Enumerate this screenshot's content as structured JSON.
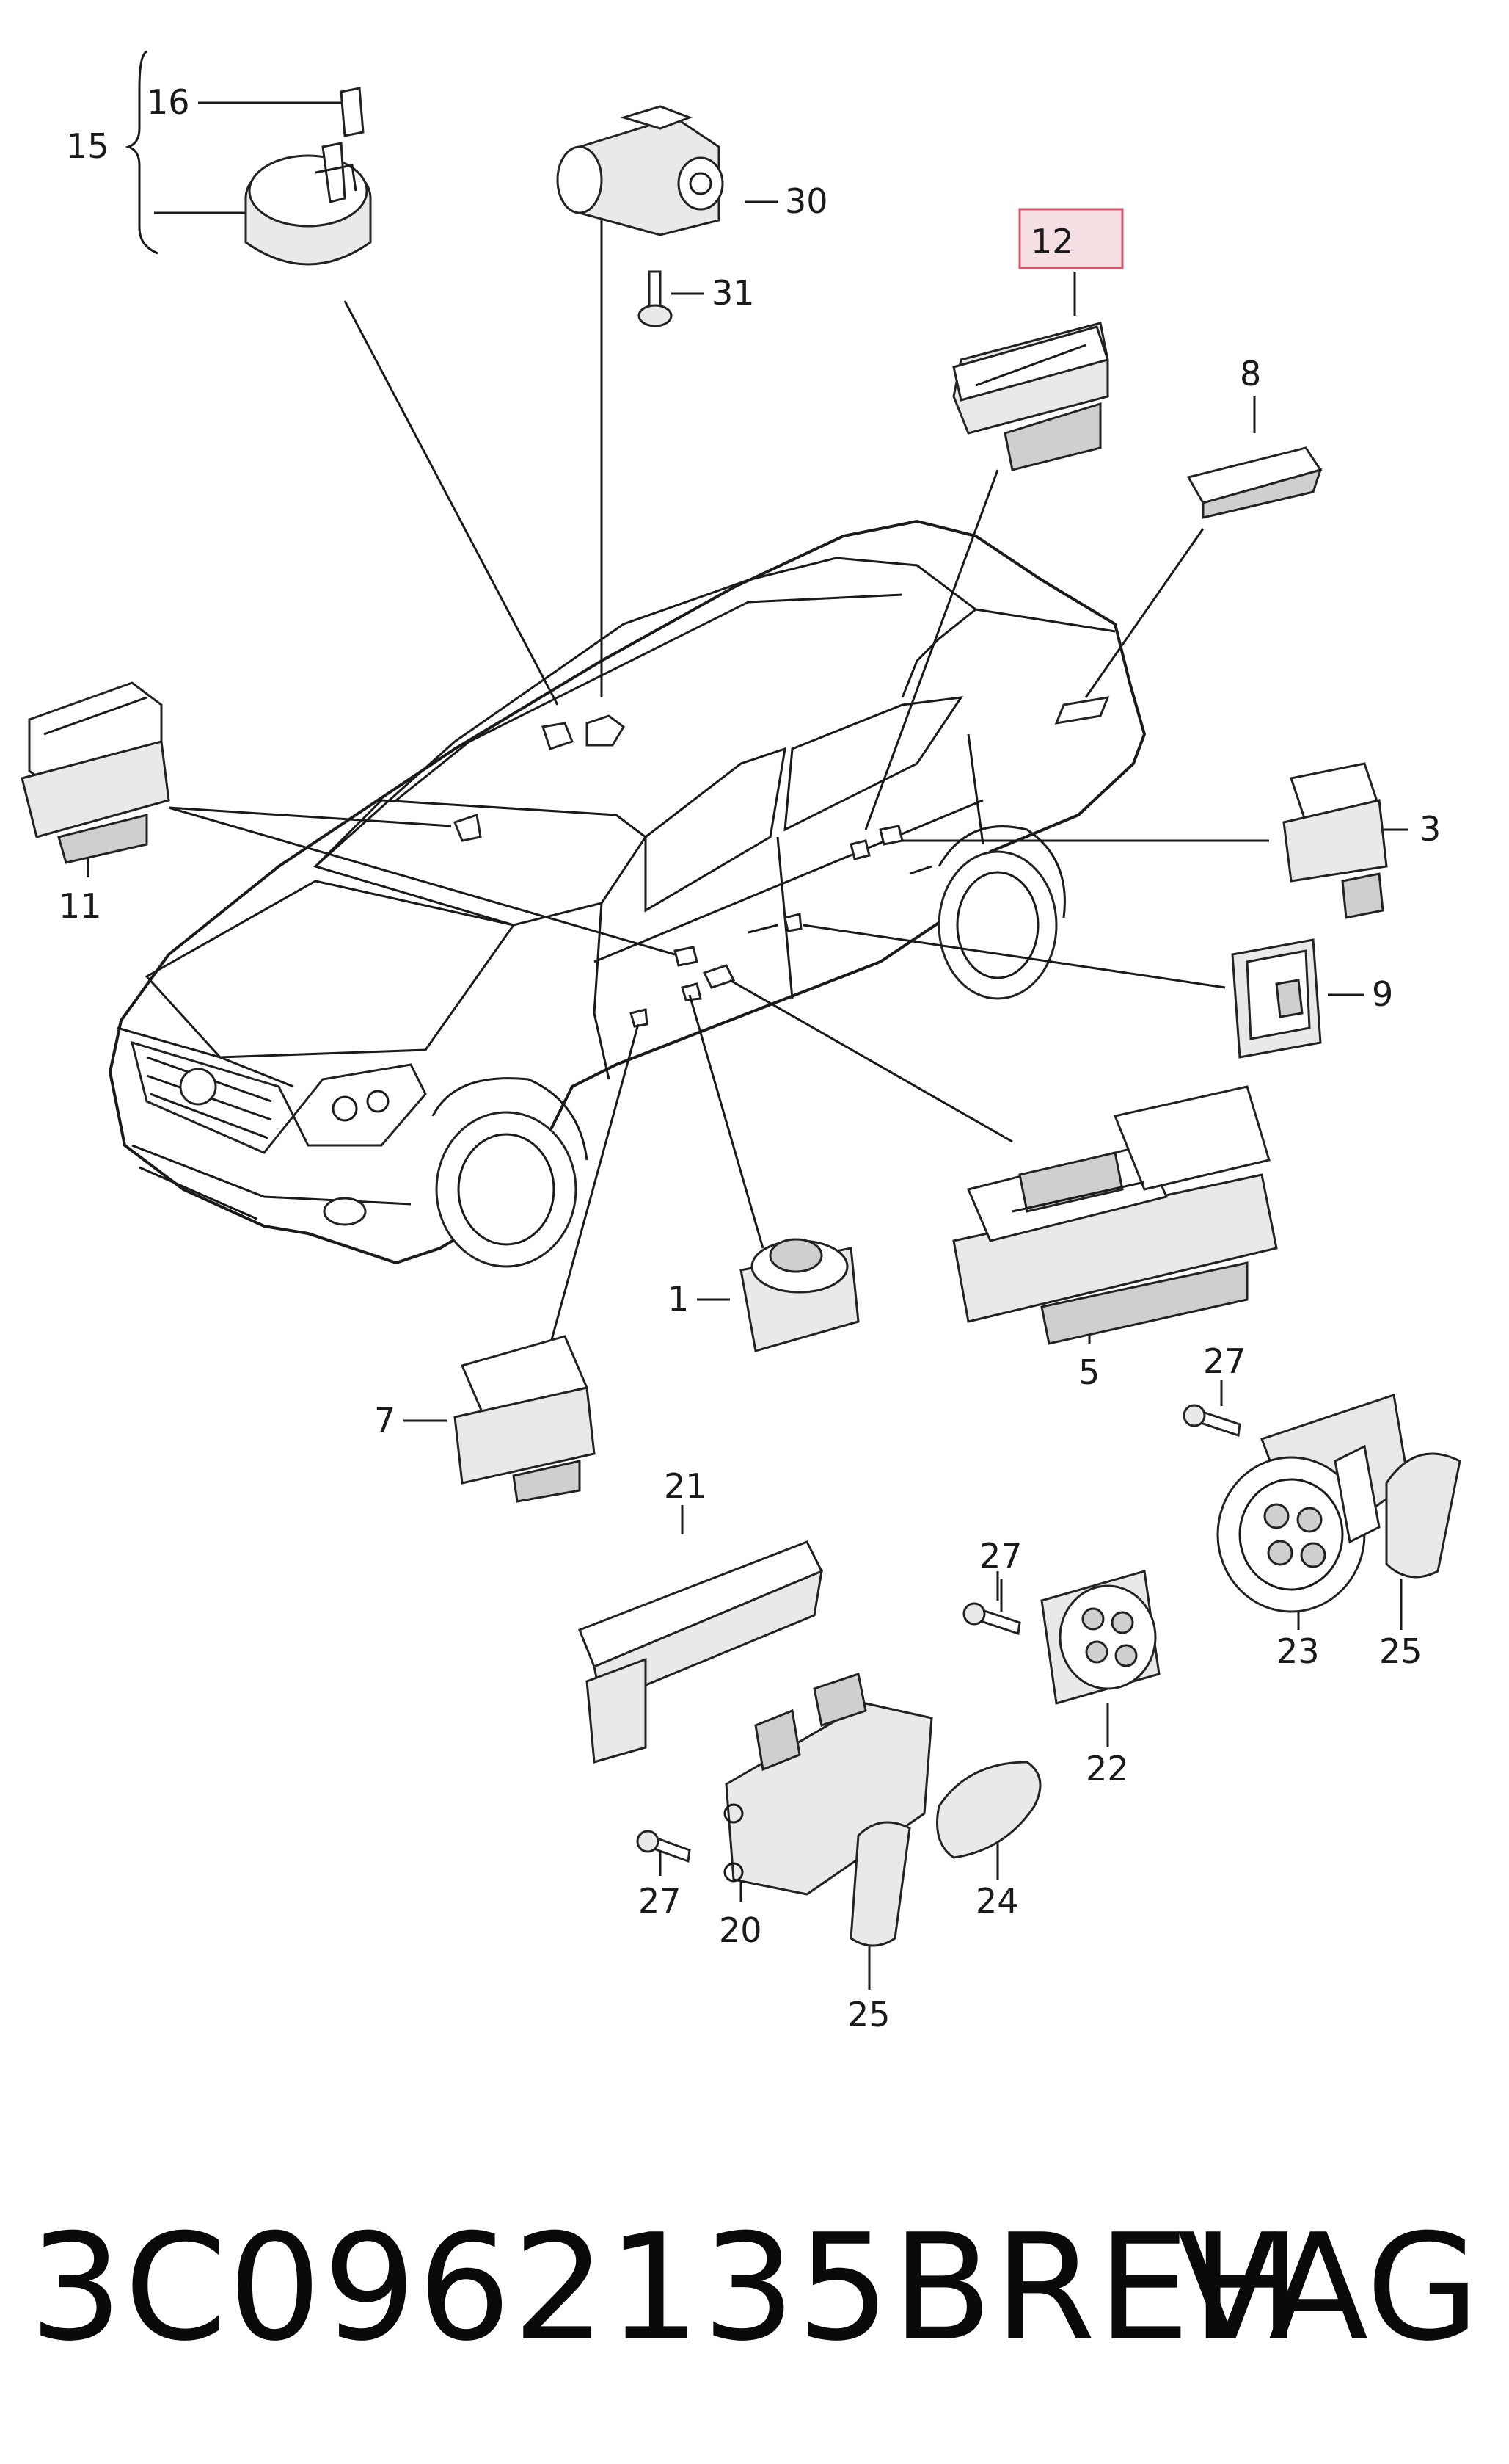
{
  "callouts": {
    "c1": "1",
    "c3": "3",
    "c5": "5",
    "c7": "7",
    "c8": "8",
    "c9": "9",
    "c11": "11",
    "c12": "12",
    "c15": "15",
    "c16": "16",
    "c20": "20",
    "c21": "21",
    "c22": "22",
    "c23": "23",
    "c24": "24",
    "c25a": "25",
    "c25b": "25",
    "c27a": "27",
    "c27b": "27",
    "c27c": "27",
    "c30": "30",
    "c31": "31"
  },
  "highlighted_callout": "12",
  "footer": {
    "part_number": "3C0962135BREH",
    "brand": "VAG"
  }
}
